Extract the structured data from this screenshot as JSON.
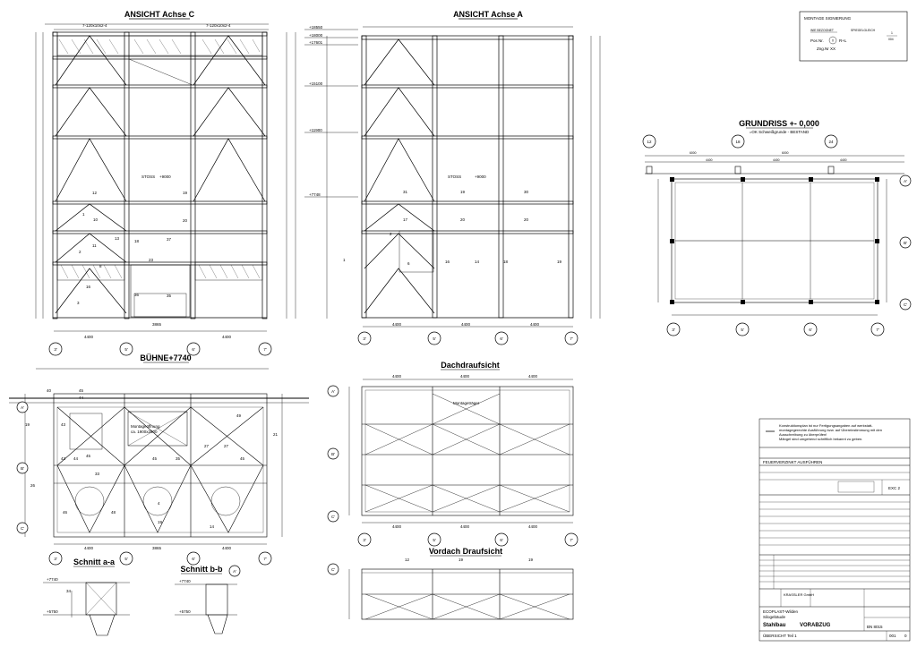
{
  "views": {
    "ansicht_c": {
      "title": "ANSICHT Achse C",
      "stoss": "STOSS",
      "stoss_level": "+9000",
      "axes": [
        "3'",
        "5'",
        "6'",
        "7'"
      ],
      "bottom_dims": [
        "4400",
        "3865",
        "4400"
      ],
      "top_dim": "7-120x10x2-4",
      "tags": [
        "12",
        "13",
        "20",
        "19",
        "1",
        "10",
        "2",
        "11",
        "3",
        "37",
        "18",
        "23",
        "35",
        "16",
        "36",
        "8"
      ]
    },
    "ansicht_a": {
      "title": "ANSICHT Achse A",
      "stoss": "STOSS",
      "stoss_level": "+9000",
      "levels": [
        "+18550",
        "+18000",
        "+17601",
        "+15100",
        "+11900",
        "+7748"
      ],
      "axes": [
        "3'",
        "5'",
        "6'",
        "7'"
      ],
      "bottom_dims": [
        "4400",
        "4400",
        "4400"
      ],
      "tags": [
        "31",
        "19",
        "30",
        "20",
        "17",
        "2",
        "1",
        "6",
        "16",
        "14",
        "18"
      ]
    },
    "montage": {
      "title": "MONTAGE SIGNIERUNG",
      "left_label": "WIE BEZOGNET",
      "right_label": "SPIEGELGLEICH",
      "pos": "Pos Nr.",
      "pos_mark": "X",
      "side": "R+L",
      "zng": "Zng.Nr XX",
      "num_top": "1",
      "num_bottom": "004"
    },
    "grundriss": {
      "title": "GRUNDRISS +- 0,000",
      "subtitle": "=OK Schweißgrunde - BESTAND",
      "top_axes": [
        "12",
        "18",
        "24"
      ],
      "bottom_axes": [
        "3'",
        "5'",
        "6'",
        "7'"
      ],
      "side_axes": [
        "A'",
        "B'",
        "C'"
      ],
      "top_dims": [
        "6000",
        "6000"
      ],
      "sub_dims": [
        "4400",
        "4400",
        "4400"
      ]
    },
    "buehne": {
      "title": "BÜHNE+7740",
      "opening_label": "Montageöffnung",
      "opening_size": "ca. 1900x2800",
      "axes_bottom": [
        "3'",
        "5'",
        "6'",
        "7'"
      ],
      "side_axes": [
        "A'",
        "B'",
        "C'"
      ],
      "bottom_dims": [
        "4400",
        "3865",
        "4400"
      ],
      "tags": [
        "40",
        "45",
        "44",
        "19",
        "43",
        "45",
        "43",
        "44",
        "45",
        "33",
        "27",
        "26",
        "4",
        "46",
        "48",
        "19",
        "14",
        "49",
        "21",
        "27",
        "45",
        "35"
      ]
    },
    "dach": {
      "title": "Dachdraufsicht",
      "label": "Montageträger",
      "axes_bottom": [
        "3'",
        "5'",
        "6'",
        "7'"
      ],
      "side_axes": [
        "A'",
        "B'",
        "C'"
      ],
      "top_dims": [
        "4400",
        "4400",
        "4400"
      ],
      "bottom_dims": [
        "4400",
        "4400",
        "4400"
      ]
    },
    "vordach": {
      "title": "Vordach Draufsicht",
      "axis": "C'",
      "tags": [
        "12",
        "19",
        "19"
      ]
    },
    "schnitt_a": {
      "title": "Schnitt a-a",
      "level_top": "+7740",
      "level_bottom": "+5750",
      "tag": "34"
    },
    "schnitt_b": {
      "title": "Schnitt b-b",
      "level_top": "+7740",
      "level_bottom": "+5750",
      "axis": "A'"
    }
  },
  "title_block": {
    "notes": [
      "Konstruktionsplan ist nur Fertigungsangaben auf werkstatt-",
      "montagegerechte Ausführung bzw. auf Übereinstimmung mit den",
      "Ausschreibung zu überprüfen!",
      "Mängel sind umgehend schriftlich bekannt zu geben."
    ],
    "finish": "FEUERVERZINKT AUSFÜHREN",
    "exc": "EXC 2",
    "company": "KRASSLER GmbH",
    "project": "ECOPLAST-Wilden",
    "subject": "Silogebäude",
    "type": "Stahlbau",
    "doc": "VORABZUG",
    "part": "ÜBERSICHT  Teil 1",
    "drawing_no": "BN 8015",
    "sheet_no": "001",
    "rev": "0"
  },
  "colors": {
    "line": "#000000",
    "paper": "#ffffff"
  }
}
